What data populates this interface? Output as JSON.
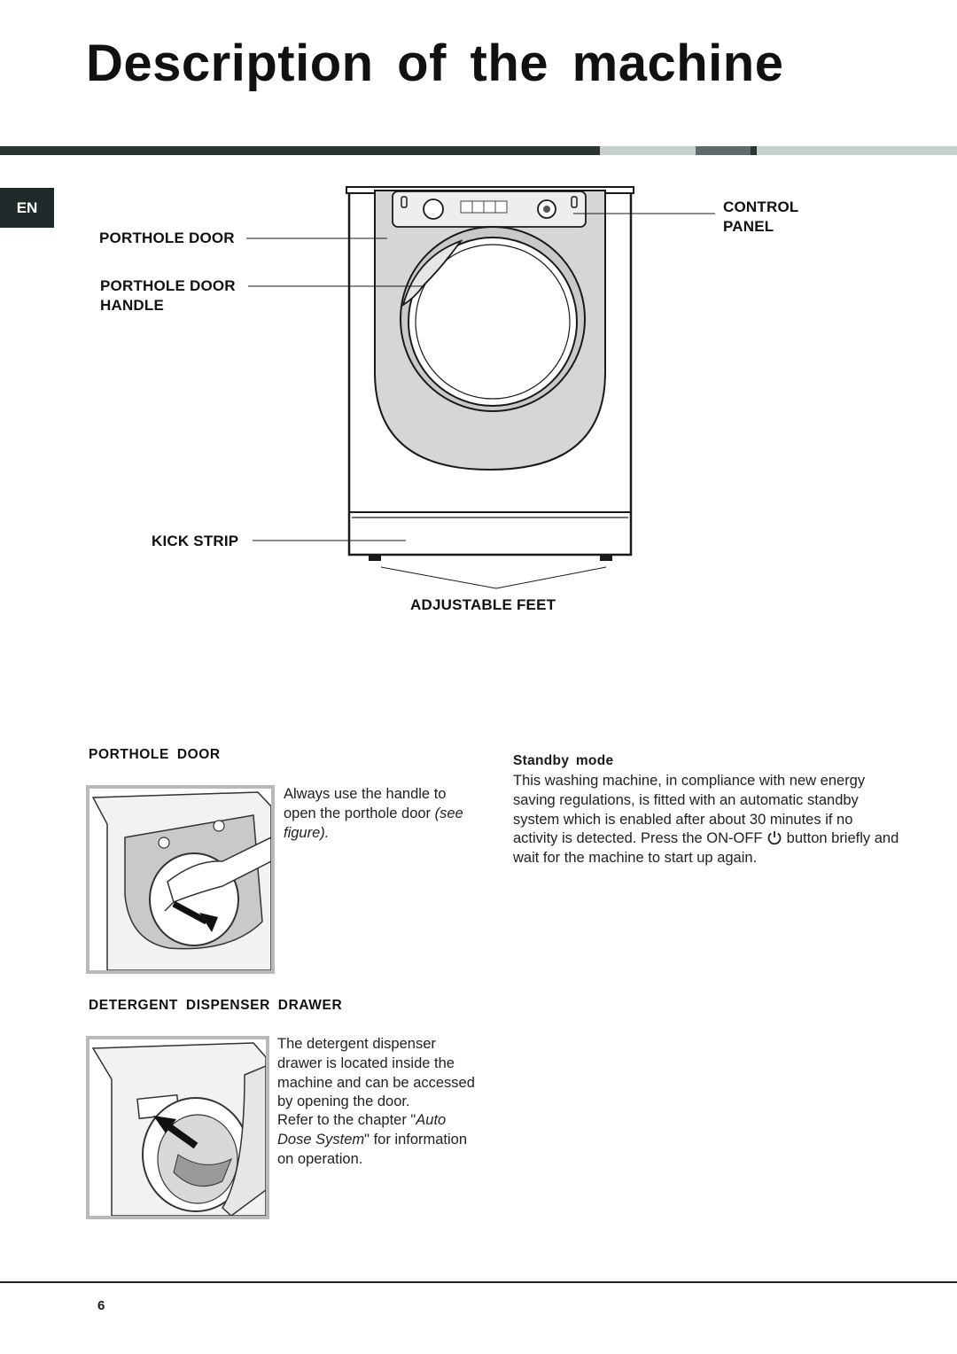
{
  "page": {
    "title": "Description of the machine",
    "language_tab": "EN",
    "page_number": "6"
  },
  "diagram": {
    "labels": {
      "porthole_door": "PORTHOLE DOOR",
      "porthole_door_handle_line1": "PORTHOLE DOOR",
      "porthole_door_handle_line2": "HANDLE",
      "control_panel_line1": "CONTROL",
      "control_panel_line2": "PANEL",
      "kick_strip": "KICK STRIP",
      "adjustable_feet": "ADJUSTABLE FEET"
    }
  },
  "sections": {
    "porthole_door": {
      "heading": "PORTHOLE DOOR",
      "text_main": "Always use the handle to open the porthole door ",
      "text_italic": "(see figure)."
    },
    "detergent_drawer": {
      "heading": "DETERGENT DISPENSER DRAWER",
      "paragraph1": "The detergent dispenser drawer is located inside the machine and can be accessed by opening the door.",
      "paragraph2_start": "Refer to the chapter \"",
      "paragraph2_italic": "Auto Dose System",
      "paragraph2_end": "\" for information on operation."
    },
    "standby": {
      "heading": "Standby mode",
      "text_before_icon": "This washing machine, in compliance with new energy saving regulations, is fitted with an automatic standby system which is enabled after about 30 minutes if no activity is detected. Press the ON-OFF ",
      "text_after_icon": " button briefly and wait for the machine to start up again.",
      "icon": "power-icon"
    }
  },
  "colors": {
    "band_dark": "#2b3333",
    "band_light": "#c8cfcf",
    "band_mid": "#5f6b6b",
    "lang_tab": "#1f2a2a",
    "illustration_border": "#b9b9b9"
  }
}
